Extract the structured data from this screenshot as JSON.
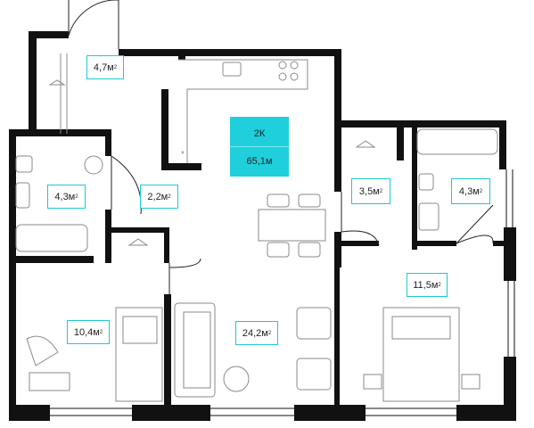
{
  "plan_badge": {
    "rooms_code": "2К",
    "total_area": "65,1м"
  },
  "rooms": [
    {
      "id": "wardrobe",
      "area": "4,7м",
      "unit_exp": "2"
    },
    {
      "id": "bathroom-left",
      "area": "4,3м",
      "unit_exp": "2"
    },
    {
      "id": "hall",
      "area": "2,2м",
      "unit_exp": "2"
    },
    {
      "id": "closet-right",
      "area": "3,5м",
      "unit_exp": "2"
    },
    {
      "id": "bathroom-right",
      "area": "4,3м",
      "unit_exp": "2"
    },
    {
      "id": "bedroom-right",
      "area": "11,5м",
      "unit_exp": "2"
    },
    {
      "id": "bedroom-left",
      "area": "10,4м",
      "unit_exp": "2"
    },
    {
      "id": "living-kitchen",
      "area": "24,2м",
      "unit_exp": "2"
    }
  ],
  "colors": {
    "wall": "#111111",
    "accent": "#1fd0dc",
    "label_border": "#1ec8d6",
    "furniture": "#9a9a9a"
  }
}
